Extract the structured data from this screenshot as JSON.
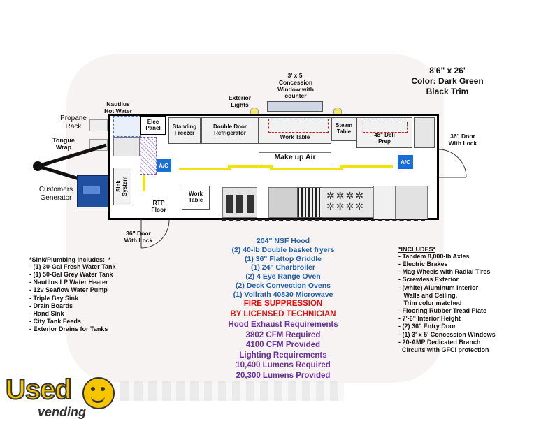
{
  "header": {
    "dimensions": "8'6\" x 26'",
    "color": "Color: Dark Green",
    "trim": "Black Trim"
  },
  "exterior_labels": {
    "concession_window": "3' x 5'\nConcession\nWindow with\ncounter",
    "exterior_lights": "Exterior\nLights",
    "nautilus": "Nautilus\nHot Water",
    "propane_rack": "Propane\nRack",
    "tongue_wrap": "Tongue\nWrap",
    "customers_generator": "Customers\nGenerator",
    "door_right": "36\" Door\nWith Lock",
    "door_bottom": "36\" Door\nWith Lock"
  },
  "interior_labels": {
    "elec_panel": "Elec\nPanel",
    "standing_freezer": "Standing\nFreezer",
    "double_door_refrigerator": "Double Door\nRefrigerator",
    "work_table_top": "Work Table",
    "steam_table": "Steam\nTable",
    "deli_prep": "48\" Deli\nPrep",
    "make_up_air": "Make up Air",
    "ac_left": "A/C",
    "ac_right": "A/C",
    "sink_system": "Sink\nSystem",
    "rtp_floor": "RTP\nFloor",
    "work_table_bottom": "Work\nTable"
  },
  "equipment_list": [
    "204\" NSF Hood",
    "(2) 40-lb Double basket fryers",
    "(1) 36\" Flattop Griddle",
    "(1) 24\" Charbroiler",
    "(2) 4 Eye Range Oven",
    "(2) Deck Convection Ovens",
    "(1) Vollrath 40830 Microwave"
  ],
  "fire_suppression": [
    "FIRE SUPPRESSION",
    "BY LICENSED TECHNICIAN"
  ],
  "requirements": [
    "Hood Exhaust Requirements",
    "3802 CFM Required",
    "4100 CFM Provided",
    "Lighting Requirements",
    "10,400 Lumens Required",
    "20,300 Lumens Provided"
  ],
  "plumbing": {
    "title": "*Sink/Plumbing Includes:  *",
    "items": [
      "- (1) 30-Gal Fresh Water Tank",
      "- (1) 50-Gal Grey Water Tank",
      "- Nautilus LP Water Heater",
      "- 12v Seaflow Water Pump",
      "- Triple Bay Sink",
      "- Drain Boards",
      "- Hand Sink",
      "- City Tank Feeds",
      "- Exterior Drains for Tanks"
    ]
  },
  "includes": {
    "title": "*INCLUDES*",
    "items": [
      "- Tandem 8,000-lb Axles",
      "- Electric Brakes",
      "- Mag Wheels with Radial Tires",
      "- Screwless Exterior",
      "- (white) Aluminum Interior",
      "   Walls and Ceiling,",
      "   Trim color matched",
      "- Flooring Rubber Tread Plate",
      "- 7'-6\" Interior Height",
      "- (2) 36\" Entry Door",
      "- (1) 3' x 5' Concession Windows",
      "- 20-AMP Dedicated Branch",
      "  Circuits with GFCI protection"
    ]
  },
  "logo": {
    "word1": "Used",
    "word2": "vending"
  },
  "colors": {
    "spec_blue": "#1e5ea8",
    "fire_red": "#dd1111",
    "req_purple": "#6b2fa0",
    "ac_blue": "#1a6fd6",
    "air_yellow": "#f0e40a",
    "logo_yellow": "#f6c400"
  }
}
